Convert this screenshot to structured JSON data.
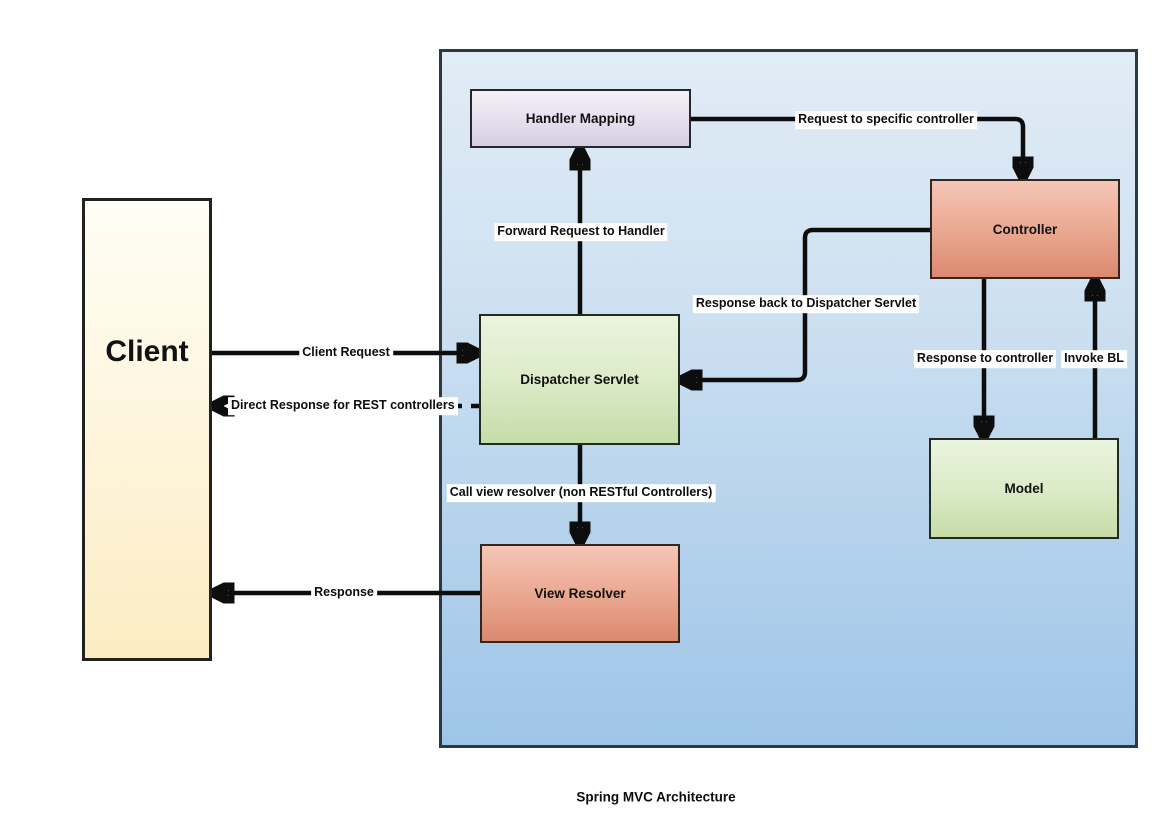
{
  "title": "Spring MVC Architecture",
  "nodes": {
    "client": {
      "label": "Client"
    },
    "handler_mapping": {
      "label": "Handler Mapping"
    },
    "dispatcher_servlet": {
      "label": "Dispatcher Servlet"
    },
    "controller": {
      "label": "Controller"
    },
    "model": {
      "label": "Model"
    },
    "view_resolver": {
      "label": "View Resolver"
    }
  },
  "edges": {
    "client_request": {
      "label": "Client Request",
      "from": "client",
      "to": "dispatcher_servlet",
      "style": "solid"
    },
    "direct_response": {
      "label": "Direct Response for REST controllers",
      "from": "dispatcher_servlet",
      "to": "client",
      "style": "dashed"
    },
    "forward_request": {
      "label": "Forward Request to Handler",
      "from": "dispatcher_servlet",
      "to": "handler_mapping",
      "style": "solid"
    },
    "request_to_specific_controller": {
      "label": "Request to specific controller",
      "from": "handler_mapping",
      "to": "controller",
      "style": "solid"
    },
    "response_back_to_dispatcher": {
      "label": "Response back to Dispatcher Servlet",
      "from": "controller",
      "to": "dispatcher_servlet",
      "style": "solid"
    },
    "response_to_controller": {
      "label": "Response to controller",
      "from": "controller",
      "to": "model",
      "style": "solid"
    },
    "invoke_bl": {
      "label": "Invoke BL",
      "from": "model",
      "to": "controller",
      "style": "solid"
    },
    "call_view_resolver": {
      "label": "Call view resolver (non RESTful Controllers)",
      "from": "dispatcher_servlet",
      "to": "view_resolver",
      "style": "solid"
    },
    "response": {
      "label": "Response",
      "from": "view_resolver",
      "to": "client",
      "style": "solid"
    }
  },
  "colors": {
    "panel_top": "#e1ecf6",
    "panel_bottom": "#9ec5e8",
    "panel_border": "#2c3842",
    "client_top": "#fffef5",
    "client_bottom": "#fcecc2",
    "lavender_top": "#f4f1f8",
    "lavender_bottom": "#d5cee3",
    "green_top": "#eaf4df",
    "green_bottom": "#c5dda8",
    "red_top": "#f5c6b7",
    "red_bottom": "#db8970",
    "line": "#0d0d0d",
    "label_background": "#ffffff"
  }
}
